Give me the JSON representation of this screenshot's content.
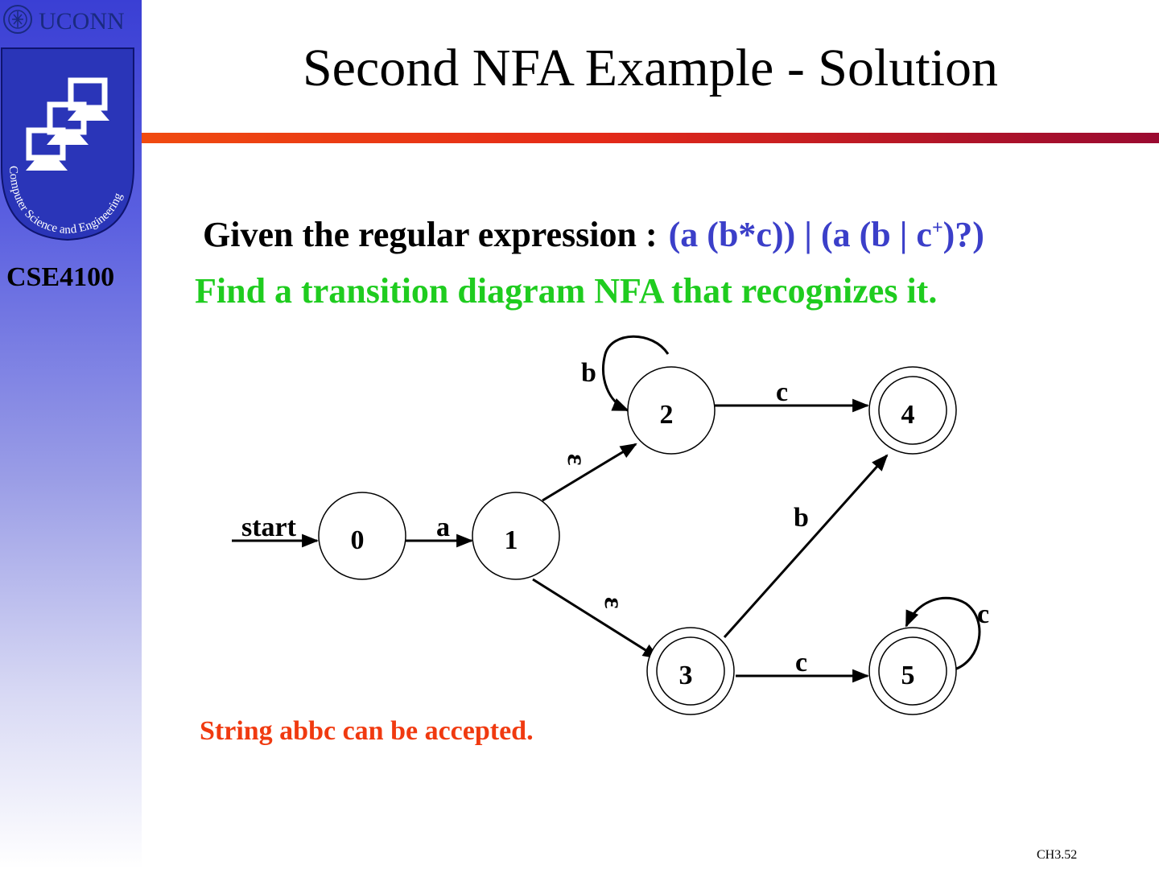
{
  "sidebar": {
    "brand_text": "UCONN",
    "logo_caption": "Computer Science and Engineering",
    "course": "CSE4100"
  },
  "slide": {
    "title": "Second NFA Example - Solution",
    "given_prefix": "Given the regular expression :",
    "regex_part1": "(a (b*c)) | (a (b | c",
    "regex_sup": "+",
    "regex_part2": ")?)",
    "instruction": "Find a transition diagram NFA that recognizes it.",
    "conclusion": "String abbc can be accepted.",
    "slide_number": "CH3.52"
  },
  "colors": {
    "regex": "#3b3fc9",
    "instruction": "#1fcc1f",
    "conclusion": "#f03a10",
    "divider_start": "#f04a10",
    "divider_end": "#9a0a30"
  },
  "nfa": {
    "start_label": "start",
    "states": [
      {
        "id": "0",
        "accepting": false
      },
      {
        "id": "1",
        "accepting": false
      },
      {
        "id": "2",
        "accepting": false
      },
      {
        "id": "3",
        "accepting": true
      },
      {
        "id": "4",
        "accepting": true
      },
      {
        "id": "5",
        "accepting": true
      }
    ],
    "transitions": [
      {
        "from": "0",
        "to": "1",
        "label": "a"
      },
      {
        "from": "1",
        "to": "2",
        "label": "ε"
      },
      {
        "from": "1",
        "to": "3",
        "label": "ε"
      },
      {
        "from": "2",
        "to": "2",
        "label": "b"
      },
      {
        "from": "2",
        "to": "4",
        "label": "c"
      },
      {
        "from": "3",
        "to": "4",
        "label": "b"
      },
      {
        "from": "3",
        "to": "5",
        "label": "c"
      },
      {
        "from": "5",
        "to": "5",
        "label": "c"
      }
    ]
  }
}
